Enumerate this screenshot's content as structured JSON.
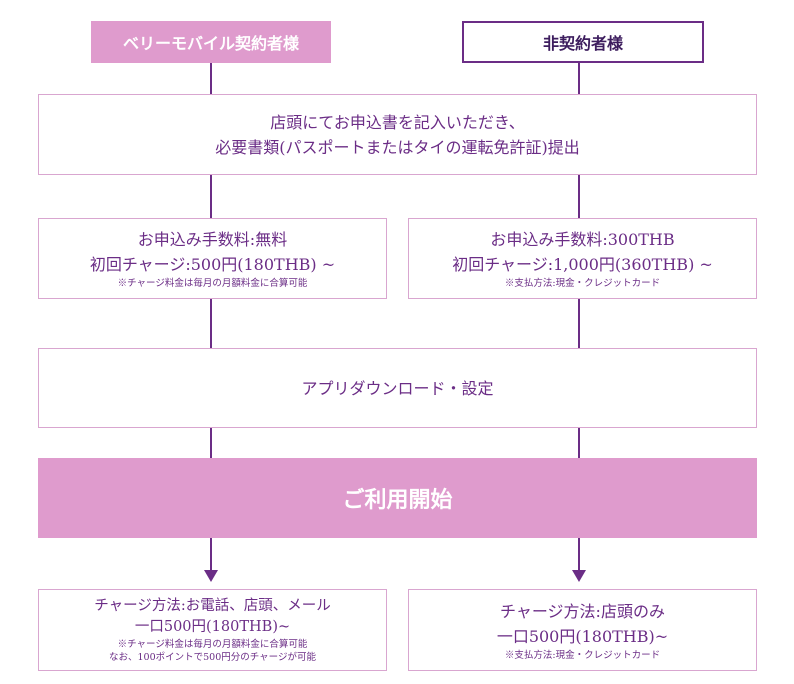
{
  "header": {
    "left_label": "ベリーモバイル契約者様",
    "right_label": "非契約者様"
  },
  "steps": {
    "application": {
      "line1": "店頭にてお申込書を記入いただき、",
      "line2": "必要書類(パスポートまたはタイの運転免許証)提出"
    },
    "fee_left": {
      "line1": "お申込み手数料:無料",
      "line2": "初回チャージ:500円(180THB) ~",
      "note": "※チャージ料金は毎月の月額料金に合算可能"
    },
    "fee_right": {
      "line1": "お申込み手数料:300THB",
      "line2": "初回チャージ:1,000円(360THB) ~",
      "note": "※支払方法:現金・クレジットカード"
    },
    "setup": {
      "label": "アプリダウンロード・設定"
    },
    "start": {
      "label": "ご利用開始"
    },
    "charge_left": {
      "line1": "チャージ方法:お電話、店頭、メール",
      "line2": "一口500円(180THB)~",
      "note1": "※チャージ料金は毎月の月額料金に合算可能",
      "note2": "なお、100ポイントで500円分のチャージが可能"
    },
    "charge_right": {
      "line1": "チャージ方法:店頭のみ",
      "line2": "一口500円(180THB)~",
      "note": "※支払方法:現金・クレジットカード"
    }
  },
  "colors": {
    "accent": "#df9bcd",
    "text": "#6b2d86",
    "border": "#d9a6d0"
  }
}
